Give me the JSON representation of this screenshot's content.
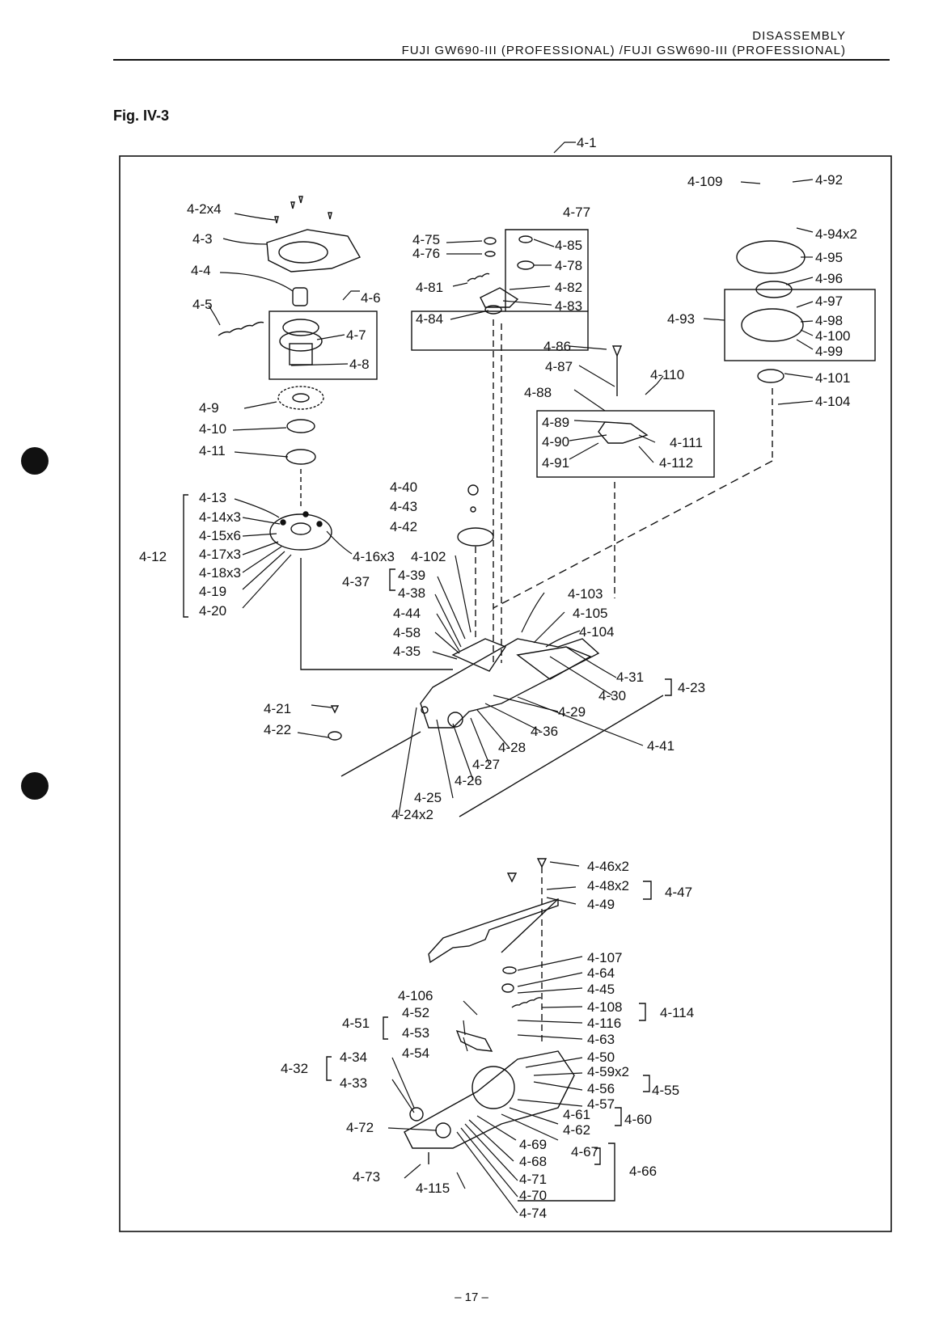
{
  "header": {
    "section": "DISASSEMBLY",
    "models": "FUJI GW690-III (PROFESSIONAL) /FUJI GSW690-III (PROFESSIONAL)"
  },
  "figure": {
    "title": "Fig. IV-3"
  },
  "labels": [
    {
      "id": "l-4-1",
      "text": "4-1"
    },
    {
      "id": "l-4-2",
      "text": "4-2x4"
    },
    {
      "id": "l-4-3",
      "text": "4-3"
    },
    {
      "id": "l-4-4",
      "text": "4-4"
    },
    {
      "id": "l-4-5",
      "text": "4-5"
    },
    {
      "id": "l-4-6",
      "text": "4-6"
    },
    {
      "id": "l-4-7",
      "text": "4-7"
    },
    {
      "id": "l-4-8",
      "text": "4-8"
    },
    {
      "id": "l-4-9",
      "text": "4-9"
    },
    {
      "id": "l-4-10",
      "text": "4-10"
    },
    {
      "id": "l-4-11",
      "text": "4-11"
    },
    {
      "id": "l-4-12",
      "text": "4-12"
    },
    {
      "id": "l-4-13",
      "text": "4-13"
    },
    {
      "id": "l-4-14",
      "text": "4-14x3"
    },
    {
      "id": "l-4-15",
      "text": "4-15x6"
    },
    {
      "id": "l-4-17",
      "text": "4-17x3"
    },
    {
      "id": "l-4-18",
      "text": "4-18x3"
    },
    {
      "id": "l-4-19",
      "text": "4-19"
    },
    {
      "id": "l-4-20",
      "text": "4-20"
    },
    {
      "id": "l-4-16",
      "text": "4-16x3"
    },
    {
      "id": "l-4-21",
      "text": "4-21"
    },
    {
      "id": "l-4-22",
      "text": "4-22"
    },
    {
      "id": "l-4-23",
      "text": "4-23"
    },
    {
      "id": "l-4-24",
      "text": "4-24x2"
    },
    {
      "id": "l-4-25",
      "text": "4-25"
    },
    {
      "id": "l-4-26",
      "text": "4-26"
    },
    {
      "id": "l-4-27",
      "text": "4-27"
    },
    {
      "id": "l-4-28",
      "text": "4-28"
    },
    {
      "id": "l-4-29",
      "text": "4-29"
    },
    {
      "id": "l-4-30",
      "text": "4-30"
    },
    {
      "id": "l-4-31",
      "text": "4-31"
    },
    {
      "id": "l-4-32",
      "text": "4-32"
    },
    {
      "id": "l-4-33",
      "text": "4-33"
    },
    {
      "id": "l-4-34",
      "text": "4-34"
    },
    {
      "id": "l-4-35",
      "text": "4-35"
    },
    {
      "id": "l-4-36",
      "text": "4-36"
    },
    {
      "id": "l-4-37",
      "text": "4-37"
    },
    {
      "id": "l-4-38",
      "text": "4-38"
    },
    {
      "id": "l-4-39",
      "text": "4-39"
    },
    {
      "id": "l-4-40",
      "text": "4-40"
    },
    {
      "id": "l-4-41",
      "text": "4-41"
    },
    {
      "id": "l-4-42",
      "text": "4-42"
    },
    {
      "id": "l-4-43",
      "text": "4-43"
    },
    {
      "id": "l-4-44",
      "text": "4-44"
    },
    {
      "id": "l-4-45",
      "text": "4-45"
    },
    {
      "id": "l-4-46",
      "text": "4-46x2"
    },
    {
      "id": "l-4-47",
      "text": "4-47"
    },
    {
      "id": "l-4-48",
      "text": "4-48x2"
    },
    {
      "id": "l-4-49",
      "text": "4-49"
    },
    {
      "id": "l-4-50",
      "text": "4-50"
    },
    {
      "id": "l-4-51",
      "text": "4-51"
    },
    {
      "id": "l-4-52",
      "text": "4-52"
    },
    {
      "id": "l-4-53",
      "text": "4-53"
    },
    {
      "id": "l-4-54",
      "text": "4-54"
    },
    {
      "id": "l-4-55",
      "text": "4-55"
    },
    {
      "id": "l-4-56",
      "text": "4-56"
    },
    {
      "id": "l-4-57",
      "text": "4-57"
    },
    {
      "id": "l-4-58",
      "text": "4-58"
    },
    {
      "id": "l-4-59",
      "text": "4-59x2"
    },
    {
      "id": "l-4-60",
      "text": "4-60"
    },
    {
      "id": "l-4-61",
      "text": "4-61"
    },
    {
      "id": "l-4-62",
      "text": "4-62"
    },
    {
      "id": "l-4-63",
      "text": "4-63"
    },
    {
      "id": "l-4-64",
      "text": "4-64"
    },
    {
      "id": "l-4-66",
      "text": "4-66"
    },
    {
      "id": "l-4-67",
      "text": "4-67"
    },
    {
      "id": "l-4-68",
      "text": "4-68"
    },
    {
      "id": "l-4-69",
      "text": "4-69"
    },
    {
      "id": "l-4-70",
      "text": "4-70"
    },
    {
      "id": "l-4-71",
      "text": "4-71"
    },
    {
      "id": "l-4-72",
      "text": "4-72"
    },
    {
      "id": "l-4-73",
      "text": "4-73"
    },
    {
      "id": "l-4-74",
      "text": "4-74"
    },
    {
      "id": "l-4-75",
      "text": "4-75"
    },
    {
      "id": "l-4-76",
      "text": "4-76"
    },
    {
      "id": "l-4-77",
      "text": "4-77"
    },
    {
      "id": "l-4-78",
      "text": "4-78"
    },
    {
      "id": "l-4-81",
      "text": "4-81"
    },
    {
      "id": "l-4-82",
      "text": "4-82"
    },
    {
      "id": "l-4-83",
      "text": "4-83"
    },
    {
      "id": "l-4-84",
      "text": "4-84"
    },
    {
      "id": "l-4-85",
      "text": "4-85"
    },
    {
      "id": "l-4-86",
      "text": "4-86"
    },
    {
      "id": "l-4-87",
      "text": "4-87"
    },
    {
      "id": "l-4-88",
      "text": "4-88"
    },
    {
      "id": "l-4-89",
      "text": "4-89"
    },
    {
      "id": "l-4-90",
      "text": "4-90"
    },
    {
      "id": "l-4-91",
      "text": "4-91"
    },
    {
      "id": "l-4-92",
      "text": "4-92"
    },
    {
      "id": "l-4-93",
      "text": "4-93"
    },
    {
      "id": "l-4-94",
      "text": "4-94x2"
    },
    {
      "id": "l-4-95",
      "text": "4-95"
    },
    {
      "id": "l-4-96",
      "text": "4-96"
    },
    {
      "id": "l-4-97",
      "text": "4-97"
    },
    {
      "id": "l-4-98",
      "text": "4-98"
    },
    {
      "id": "l-4-99",
      "text": "4-99"
    },
    {
      "id": "l-4-100",
      "text": "4-100"
    },
    {
      "id": "l-4-101",
      "text": "4-101"
    },
    {
      "id": "l-4-102",
      "text": "4-102"
    },
    {
      "id": "l-4-103",
      "text": "4-103"
    },
    {
      "id": "l-4-104a",
      "text": "4-104"
    },
    {
      "id": "l-4-104b",
      "text": "4-104"
    },
    {
      "id": "l-4-105",
      "text": "4-105"
    },
    {
      "id": "l-4-106",
      "text": "4-106"
    },
    {
      "id": "l-4-107",
      "text": "4-107"
    },
    {
      "id": "l-4-108",
      "text": "4-108"
    },
    {
      "id": "l-4-109",
      "text": "4-109"
    },
    {
      "id": "l-4-110",
      "text": "4-110"
    },
    {
      "id": "l-4-111",
      "text": "4-111"
    },
    {
      "id": "l-4-112",
      "text": "4-112"
    },
    {
      "id": "l-4-114",
      "text": "4-114"
    },
    {
      "id": "l-4-115",
      "text": "4-115"
    },
    {
      "id": "l-4-116",
      "text": "4-116"
    }
  ],
  "footer": {
    "page_number": "– 17 –"
  }
}
